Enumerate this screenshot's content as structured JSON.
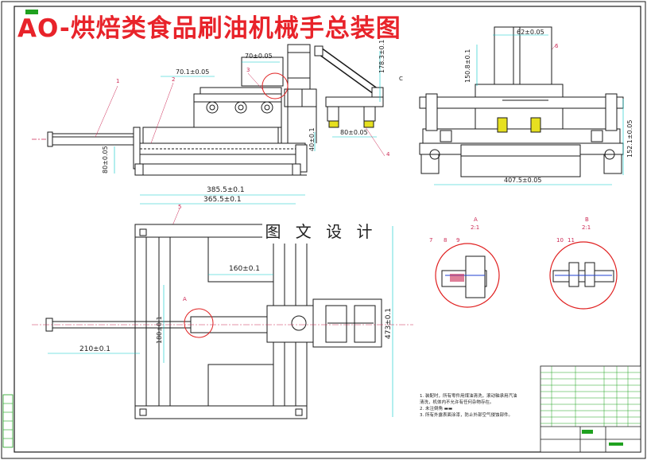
{
  "title": "AO-烘焙类食品刷油机械手总装图",
  "watermark": "图 文 设 计",
  "dimensions": {
    "d70_1": "70.1±0.05",
    "d70": "70±0.05",
    "d178_3": "178.3±0.1",
    "d40": "40±0.1",
    "d80_top": "80±0.05",
    "d80_left": "80±0.05",
    "d62": "62±0.05",
    "d150_8": "150.8±0.1",
    "d407_5": "407.5±0.05",
    "d152_1": "152.1±0.05",
    "d385_5": "385.5±0.1",
    "d365_5": "365.5±0.1",
    "d160": "160±0.1",
    "d180": "180±0.1",
    "d210": "210±0.1",
    "d473": "473±0.1"
  },
  "balloons": [
    "1",
    "2",
    "3",
    "4",
    "5",
    "6",
    "7",
    "8",
    "9",
    "10",
    "11"
  ],
  "view_labels": {
    "a": "A",
    "c": "C",
    "section_a": "A",
    "section_a_scale": "2:1",
    "section_b": "B",
    "section_b_scale": "2:1"
  },
  "notes": [
    "1. 装配时，所有零件用煤油清洗，滚动轴承用汽油",
    "清洗，机体内不允许有任何杂物存在。",
    "2. 未注倒角 ▬▬",
    "3. 所有外露表面涂漆，防止外部空气侵蚀部件。"
  ],
  "colors": {
    "title": "#e8232a",
    "line": "#1a1a1a",
    "dim": "#00c8c8",
    "hidden": "#cc2a55",
    "highlight": "#e02020",
    "pad": "#e6e020",
    "green": "#1fa11f",
    "blue": "#1f3fd0"
  }
}
